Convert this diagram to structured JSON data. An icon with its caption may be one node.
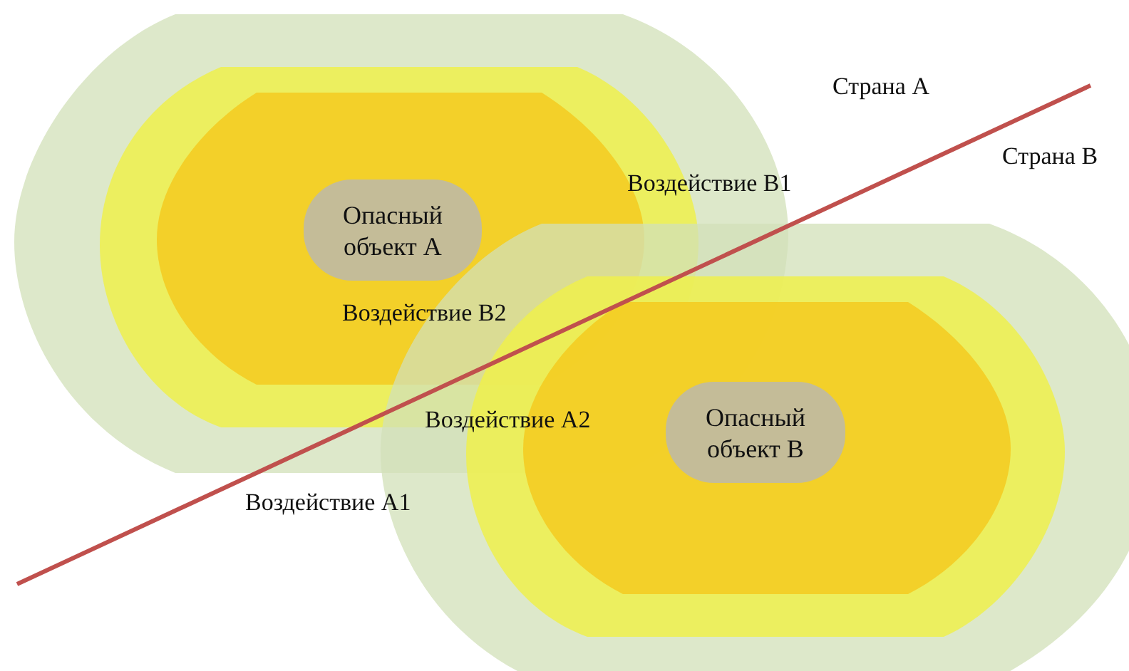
{
  "diagram": {
    "nodes": [
      {
        "text": [
          "Опасный объект A"
        ]
      },
      {
        "text": [
          "Опасный объект B"
        ]
      }
    ],
    "labels": [
      "Страна A",
      "Страна B",
      "Воздействие B1",
      "Воздействие B2",
      "Воздействие A2",
      "Воздействие A1"
    ]
  }
}
